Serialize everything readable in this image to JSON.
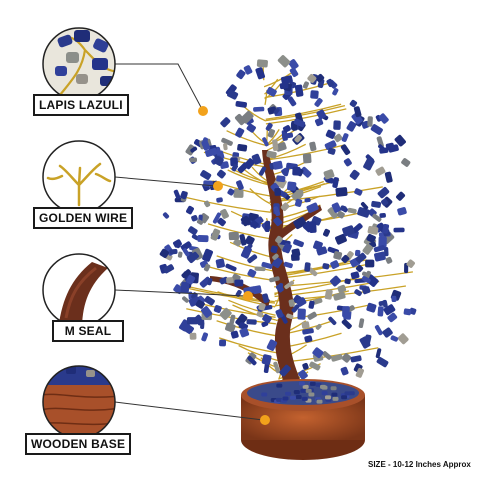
{
  "callouts": [
    {
      "label": "LAPIS LAZULI"
    },
    {
      "label": "GOLDEN WIRE"
    },
    {
      "label": "M SEAL"
    },
    {
      "label": "WOODEN BASE"
    }
  ],
  "size_note": "SIZE - 10-12 Inches Approx",
  "colors": {
    "stone_blue": "#2a3a8c",
    "stone_gray": "#8c8f8a",
    "wire_gold": "#c9a227",
    "trunk_brown": "#6b2f1c",
    "base_wood": "#a8502a",
    "marker_orange": "#f2a21b"
  }
}
